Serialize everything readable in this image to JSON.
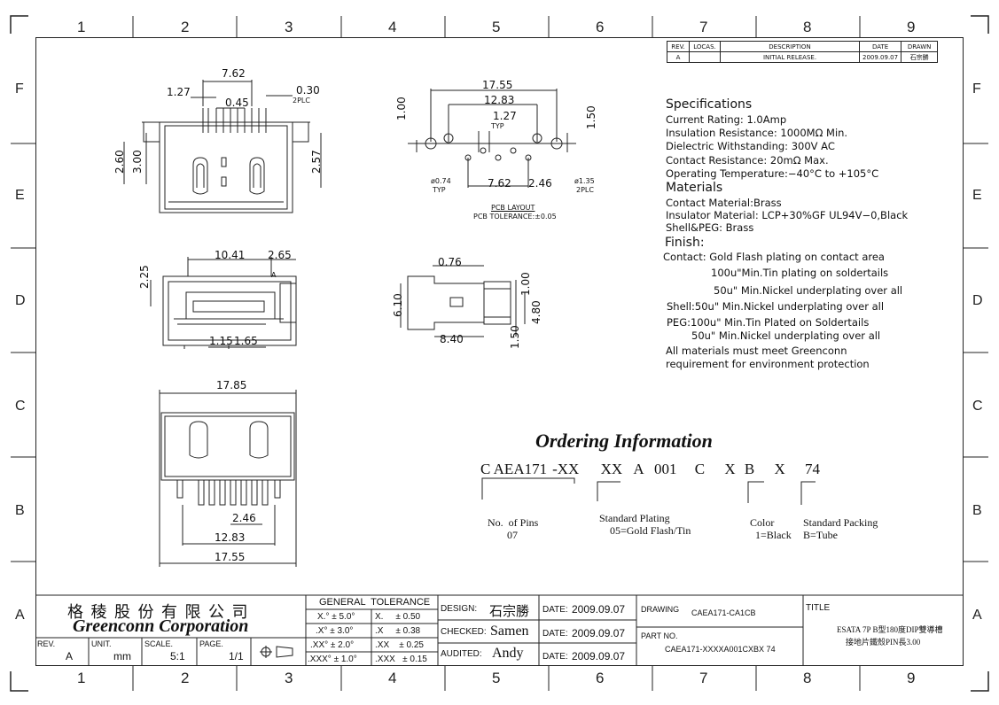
{
  "zones": {
    "columns": [
      "1",
      "2",
      "3",
      "4",
      "5",
      "6",
      "7",
      "8",
      "9"
    ],
    "rows": [
      "F",
      "E",
      "D",
      "C",
      "B",
      "A"
    ]
  },
  "revision_table": {
    "headers": [
      "REV.",
      "LOCAS.",
      "DESCRIPTION",
      "DATE",
      "DRAWN"
    ],
    "row": [
      "A",
      "",
      "INITIAL RELEASE.",
      "2009.09.07",
      "石宗勝"
    ]
  },
  "dimensions": {
    "top_view": {
      "d762": "7.62",
      "d127": "1.27",
      "d045": "0.45",
      "d030": "0.30",
      "plc2": "2PLC",
      "d260": "2.60",
      "d300": "3.00",
      "d257": "2.57"
    },
    "pcb": {
      "d1755": "17.55",
      "d1283": "12.83",
      "d127": "1.27",
      "typ": "TYP",
      "d100": "1.00",
      "d150": "1.50",
      "phi074": "ø0.74",
      "typ2": "TYP",
      "d762": "7.62",
      "d246": "2.46",
      "phi135": "ø1.35",
      "plc2": "2PLC",
      "layout": "PCB LAYOUT",
      "tol": "PCB TOLERANCE:±0.05"
    },
    "front_view": {
      "d1041": "10.41",
      "d265": "2.65",
      "d225": "2.25",
      "d115": "1.15",
      "d165": "1.65",
      "markA": "A"
    },
    "side_view": {
      "d076": "0.76",
      "d610": "6.10",
      "d100": "1.00",
      "d480": "4.80",
      "d840": "8.40",
      "d150": "1.50"
    },
    "bottom_view": {
      "d1785": "17.85",
      "d246": "2.46",
      "d1283": "12.83",
      "d1755": "17.55"
    }
  },
  "specifications": {
    "title": "Specifications",
    "lines": [
      "Current  Rating:  1.0Amp",
      "Insulation  Resistance:  1000MΩ  Min.",
      "Dielectric  Withstanding:  300V  AC",
      "Contact  Resistance:  20mΩ  Max.",
      "Operating  Temperature:−40°C  to  +105°C"
    ],
    "materials_title": "Materials",
    "materials": [
      "Contact  Material:Brass",
      "Insulator  Material:  LCP+30%GF  UL94V−0,Black",
      "Shell&PEG:  Brass"
    ],
    "finish_title": "Finish:",
    "finish": [
      "Contact:  Gold  Flash  plating  on  contact  area",
      "100u\"Min.Tin  plating  on  soldertails",
      "50u\"  Min.Nickel  underplating  over  all",
      "Shell:50u\"  Min.Nickel  underplating  over  all",
      "PEG:100u\"  Min.Tin  Plated  on  Soldertails",
      "50u\"  Min.Nickel  underplating  over  all",
      "All  materials  must  meet  Greenconn",
      "requirement  for  environment  protection"
    ]
  },
  "ordering": {
    "title": "Ordering Information",
    "code": [
      "C",
      "AEA171",
      "-XX",
      "XX",
      "A",
      "001",
      "C",
      "X",
      "B",
      "X",
      "74"
    ],
    "no_of_pins": "No.  of Pins",
    "pins_value": "07",
    "plating_label": "Standard Plating",
    "plating_value": "05=Gold Flash/Tin",
    "color_label": "Color",
    "color_value": "1=Black",
    "packing_label": "Standard Packing",
    "packing_value": "B=Tube"
  },
  "title_block": {
    "company_cn": "格 稜 股 份 有 限 公 司",
    "company_en": "Greenconn Corporation",
    "rev_label": "REV.",
    "rev_value": "A",
    "unit_label": "UNIT.",
    "unit_value": "mm",
    "scale_label": "SCALE.",
    "scale_value": "5:1",
    "page_label": "PAGE.",
    "page_value": "1/1",
    "tolerance_title": "GENERAL  TOLERANCE",
    "tol": [
      [
        "X.° ± 5.0°",
        "X.     ± 0.50"
      ],
      [
        ".X° ± 3.0°",
        ".X     ± 0.38"
      ],
      [
        ".XX° ± 2.0°",
        ".XX    ± 0.25"
      ],
      [
        ".XXX° ± 1.0°",
        ".XXX   ± 0.15"
      ]
    ],
    "design_label": "DESIGN:",
    "design_value": "石宗勝",
    "checked_label": "CHECKED:",
    "checked_value": "Samen",
    "audited_label": "AUDITED:",
    "audited_value": "Andy",
    "date_label": "DATE:",
    "date1": "2009.09.07",
    "date2": "2009.09.07",
    "date3": "2009.09.07",
    "drawing_label": "DRAWING",
    "drawing_value": "CAEA171-CA1CB",
    "part_label": "PART NO.",
    "part_value": "CAEA171-XXXXA001CXBX 74",
    "title_label": "TITLE",
    "title_line1": "ESATA 7P B型180度DIP雙導槽",
    "title_line2": "接地片鐵殼PIN長3.00"
  }
}
